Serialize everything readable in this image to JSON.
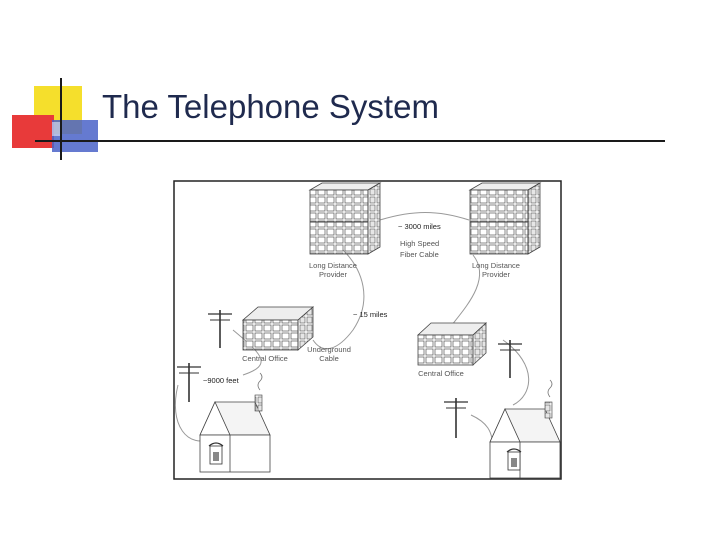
{
  "slide": {
    "title": "The Telephone System"
  },
  "diagram": {
    "labels": {
      "ld_left": [
        "Long Distance",
        "Provider"
      ],
      "ld_right": [
        "Long Distance",
        "Provider"
      ],
      "distance_3000": "~ 3000 miles",
      "fiber": [
        "High Speed",
        "Fiber Cable"
      ],
      "distance_15": "~ 15 miles",
      "underground": [
        "Underground",
        "Cable"
      ],
      "co_left": "Central Office",
      "co_right": "Central Office",
      "distance_9000": "~9000 feet"
    }
  },
  "colors": {
    "logo_yellow": "#f5df2c",
    "logo_red": "#e83a3a",
    "logo_blue": "#4a63c8",
    "title": "#1f2a4e"
  }
}
